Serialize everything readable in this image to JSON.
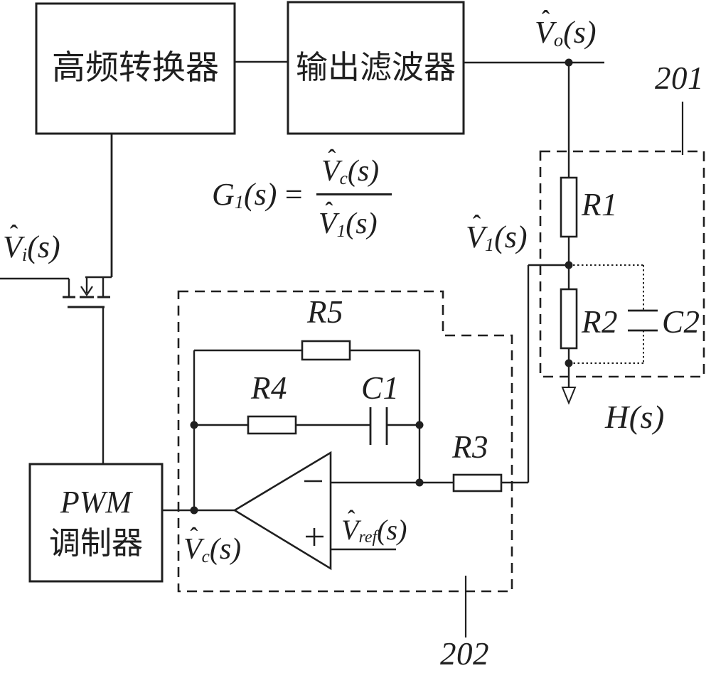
{
  "palette": {
    "ink": "#1f1f1f",
    "bg": "#ffffff"
  },
  "blocks": {
    "hf_converter": "高频转换器",
    "output_filter": "输出滤波器",
    "pwm_line1": "PWM",
    "pwm_line2": "调制器"
  },
  "voltages": {
    "vo": {
      "base": "V",
      "hat": true,
      "sub": "o",
      "arg": "(s)"
    },
    "vi": {
      "base": "V",
      "hat": true,
      "sub": "i",
      "arg": "(s)"
    },
    "v1": {
      "base": "V",
      "hat": true,
      "sub": "1",
      "arg": "(s)"
    },
    "vc": {
      "base": "V",
      "hat": true,
      "sub": "c",
      "arg": "(s)"
    },
    "vref": {
      "base": "V",
      "hat": true,
      "sub": "ref",
      "arg": "(s)"
    }
  },
  "formula": {
    "lhs": {
      "base": "G",
      "hat": false,
      "sub": "1",
      "arg": "(s)"
    },
    "equals": "=",
    "numerator": {
      "base": "V",
      "hat": true,
      "sub": "c",
      "arg": "(s)"
    },
    "denominator": {
      "base": "V",
      "hat": true,
      "sub": "1",
      "arg": "(s)"
    }
  },
  "components": {
    "r1": "R1",
    "r2": "R2",
    "r3": "R3",
    "r4": "R4",
    "r5": "R5",
    "c1": "C1",
    "c2": "C2"
  },
  "transfer_function": "H(s)",
  "callouts": {
    "divider_block": "201",
    "compensator_block": "202"
  }
}
